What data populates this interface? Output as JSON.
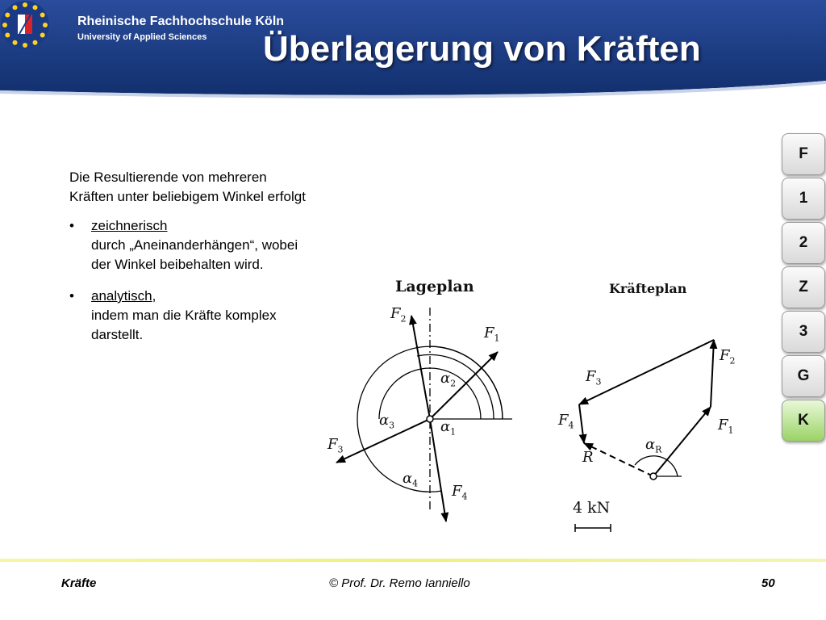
{
  "header": {
    "institution": "Rheinische Fachhochschule Köln",
    "subtitle": "University of Applied Sciences",
    "title": "Überlagerung von Kräften"
  },
  "content": {
    "intro_line1": "Die Resultierende von mehreren",
    "intro_line2": "Kräften unter beliebigem Winkel erfolgt",
    "bullets": [
      {
        "marker": "•",
        "keyword": "zeichnerisch",
        "line2": "durch „Aneinanderhängen“, wobei",
        "line3": "der Winkel beibehalten wird."
      },
      {
        "marker": "•",
        "keyword": "analytisch",
        "suffix": ",",
        "line2": "indem man die Kräfte komplex",
        "line3": "darstellt."
      }
    ]
  },
  "figure": {
    "left_title": "Lageplan",
    "right_title": "Kräfteplan",
    "scale_label": "4 kN"
  },
  "nav": {
    "tabs": [
      {
        "label": "F",
        "active": false
      },
      {
        "label": "1",
        "active": false
      },
      {
        "label": "2",
        "active": false
      },
      {
        "label": "Z",
        "active": false
      },
      {
        "label": "3",
        "active": false
      },
      {
        "label": "G",
        "active": false
      },
      {
        "label": "K",
        "active": true
      }
    ]
  },
  "footer": {
    "left": "Kräfte",
    "center": "© Prof. Dr. Remo Ianniello",
    "page": "50"
  },
  "colors": {
    "header_blue": "#1f3d8a",
    "active_tab": "#9bd366",
    "footer_line": "#eef080"
  }
}
